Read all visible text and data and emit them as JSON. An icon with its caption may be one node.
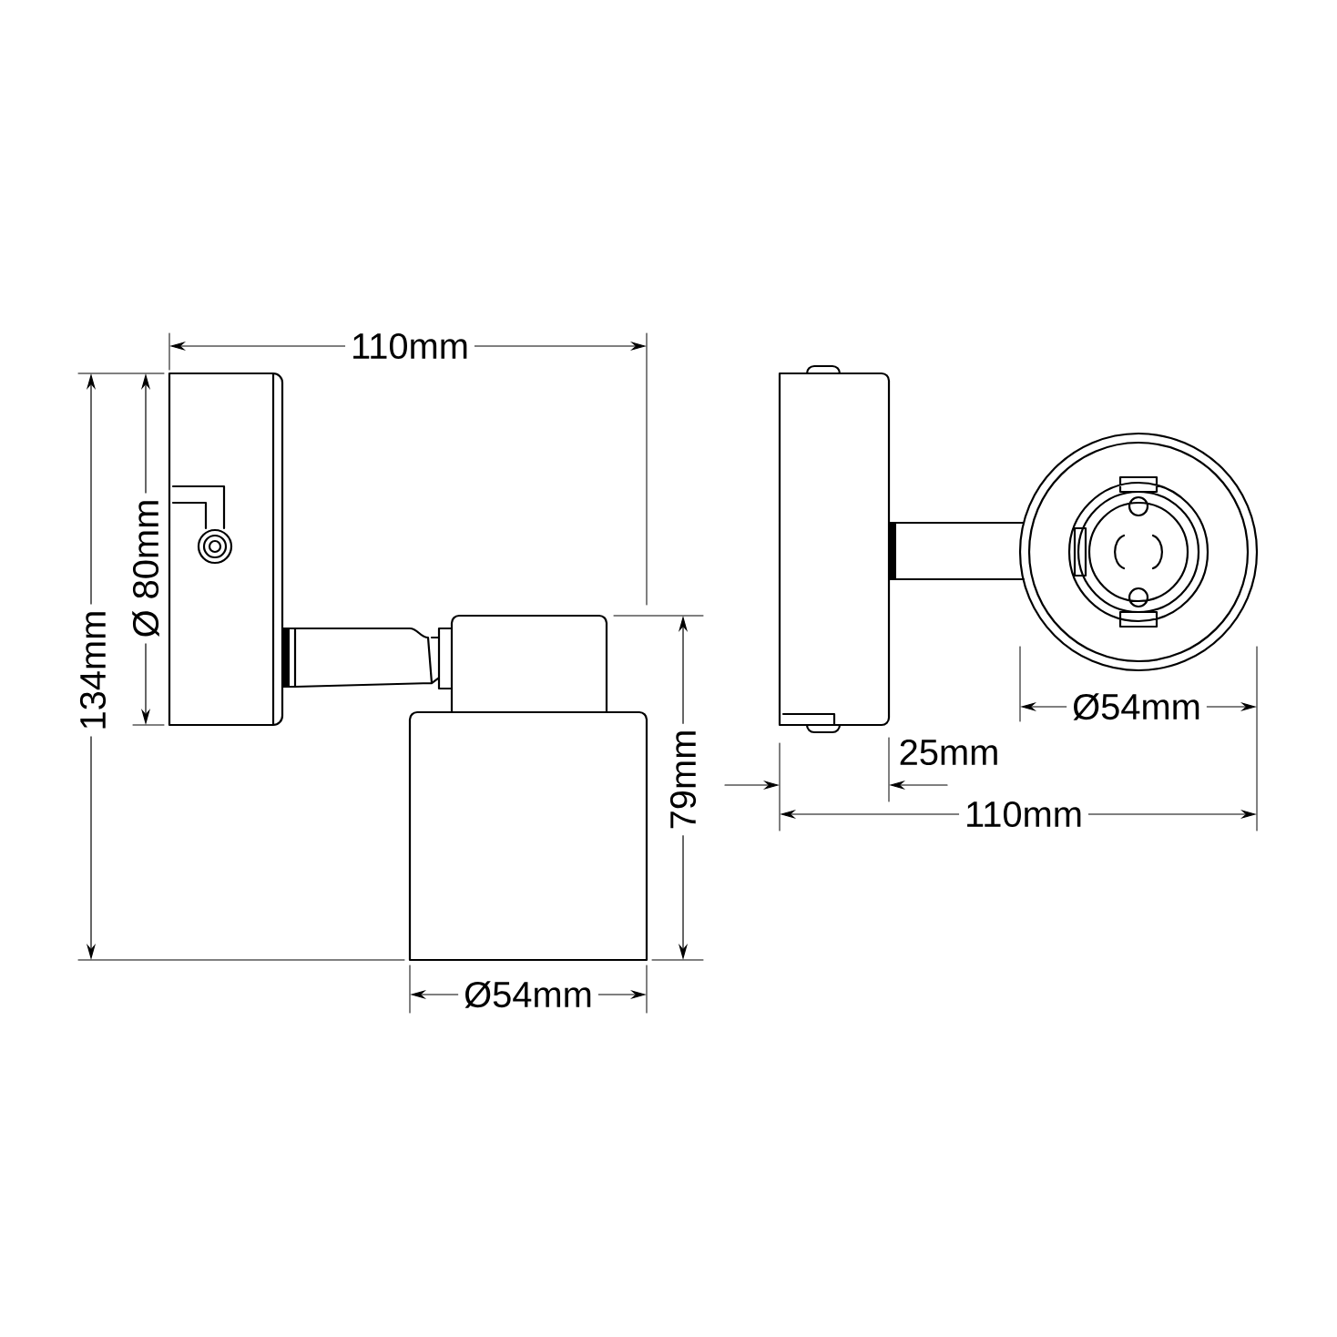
{
  "diagram": {
    "labels": [
      "110mm",
      "Ø 80mm",
      "134mm",
      "Ø54mm",
      "25mm",
      "79mm",
      "110mm",
      "Ø54mm"
    ]
  }
}
